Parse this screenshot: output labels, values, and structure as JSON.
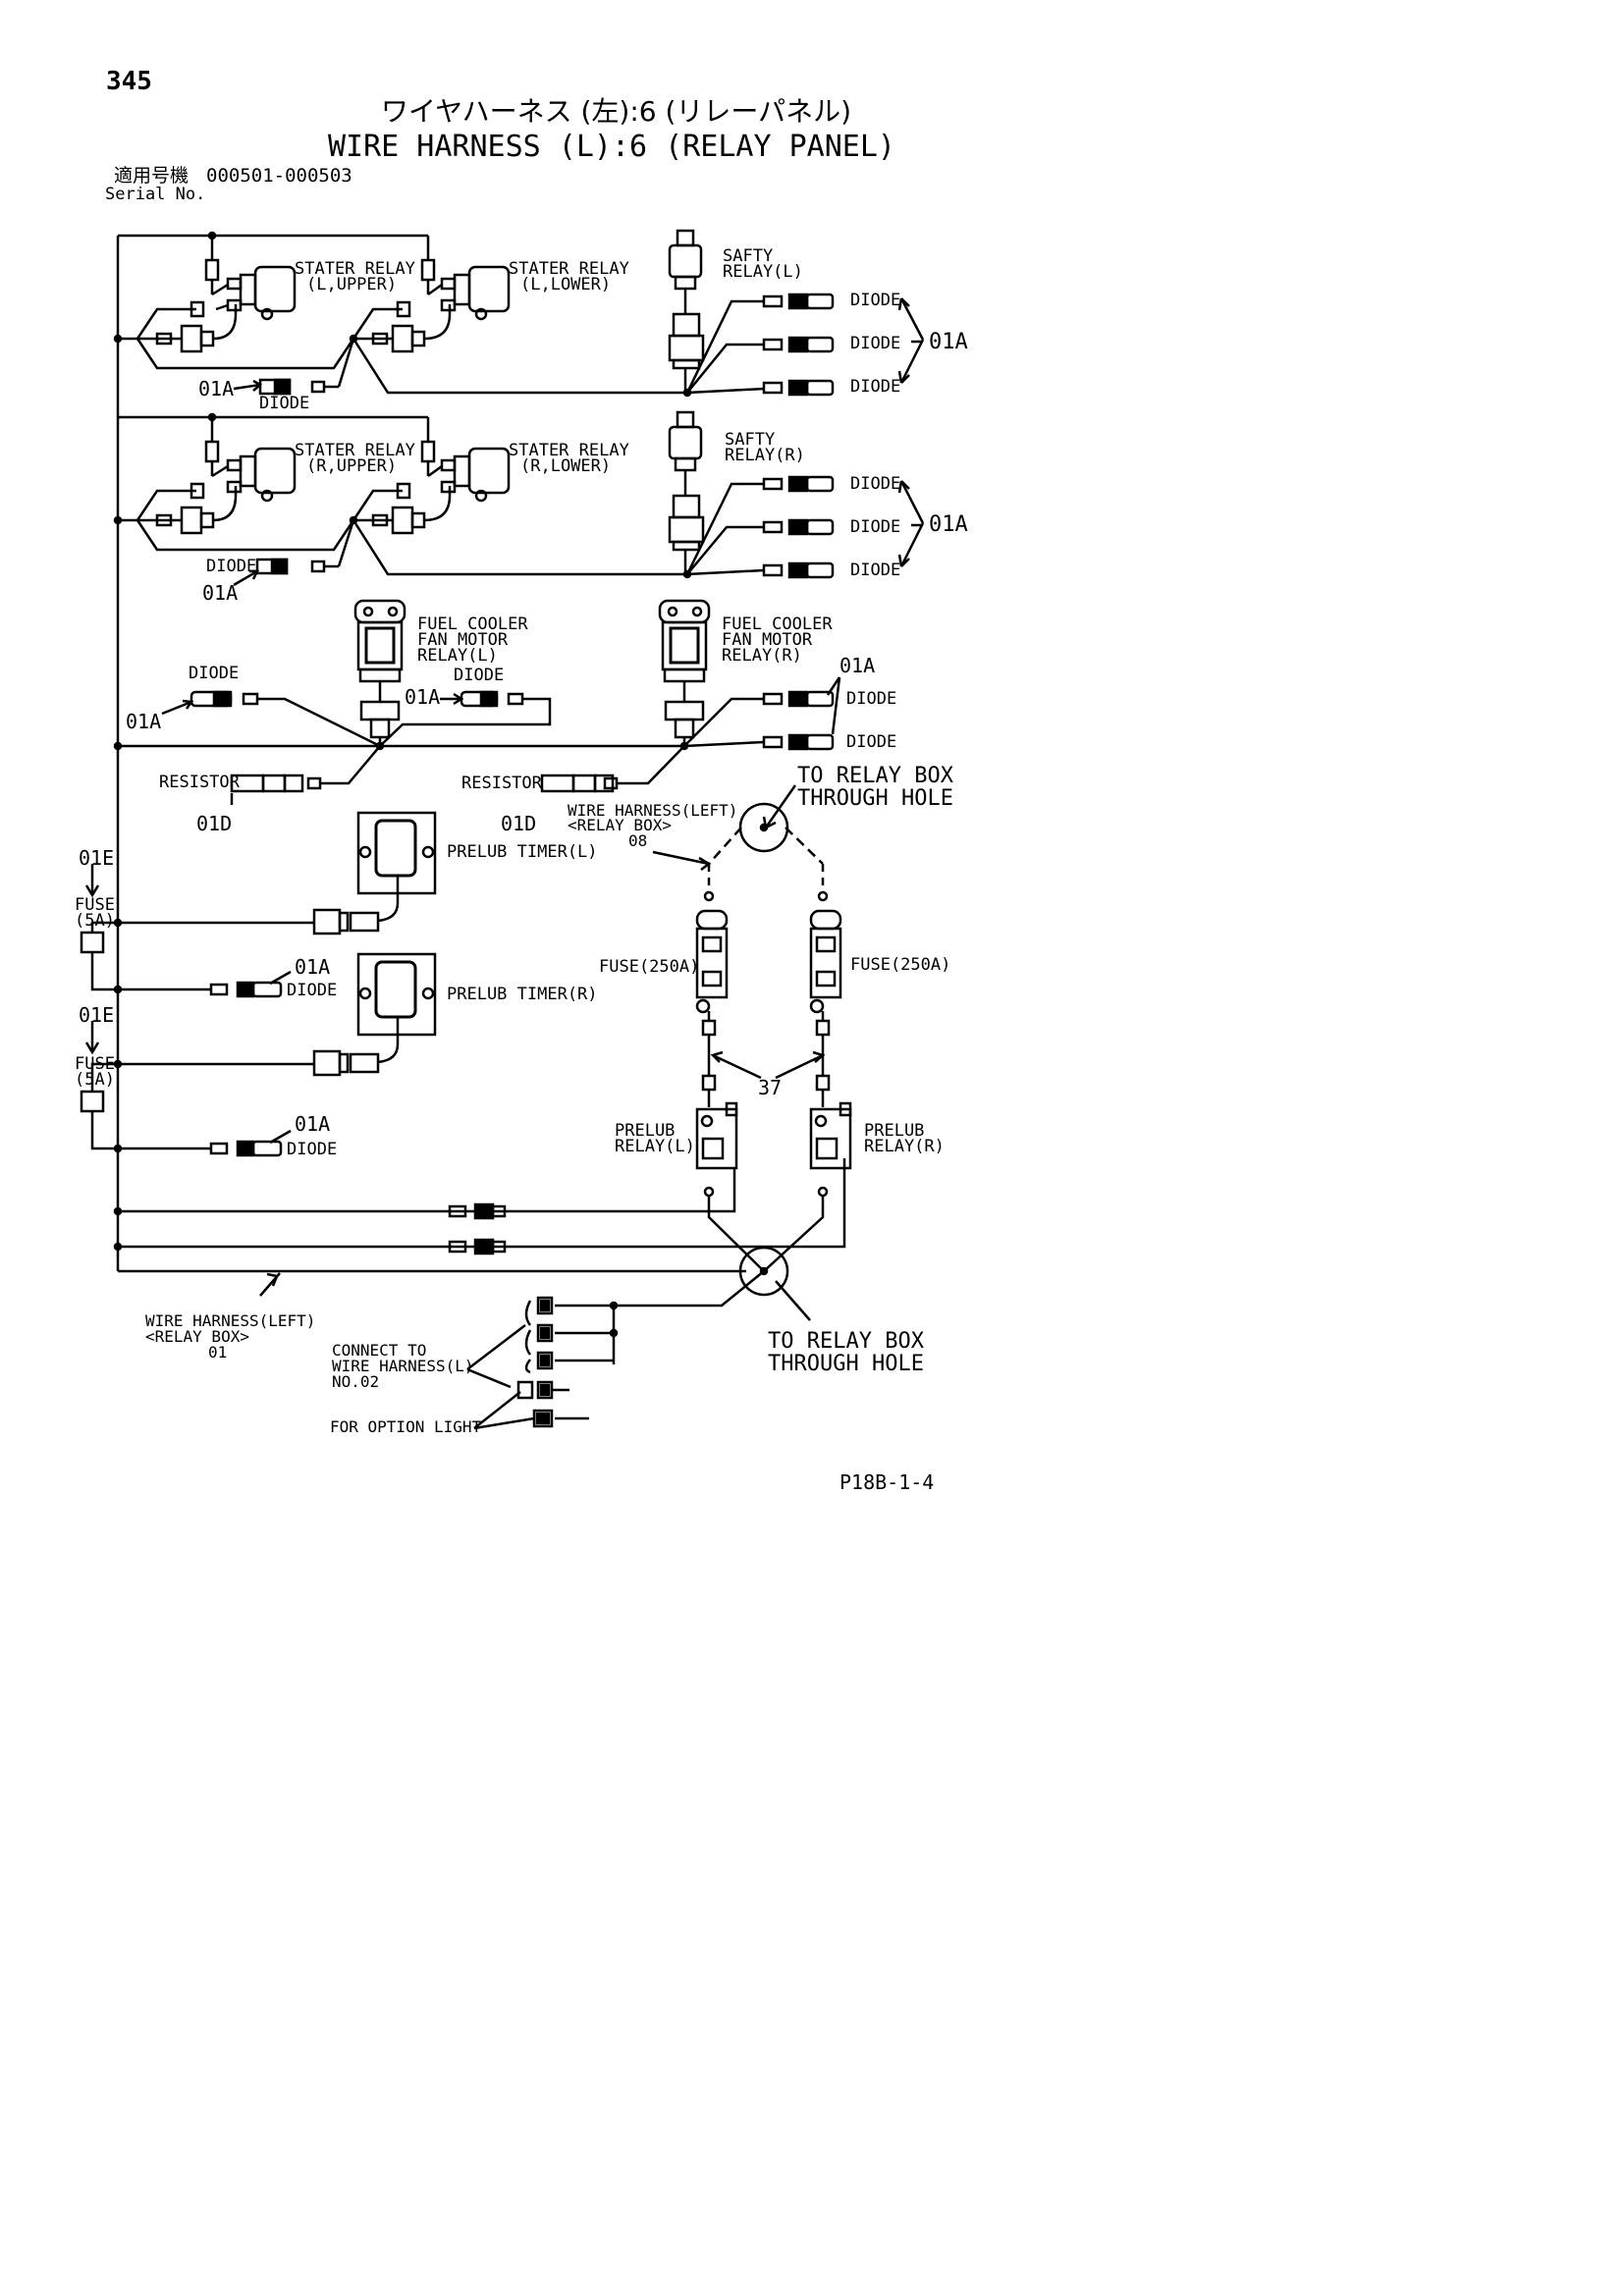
{
  "page_number": "345",
  "title_jp": "ワイヤハーネス (左):6 (リレーパネル)",
  "title_en": "WIRE HARNESS (L):6 (RELAY PANEL)",
  "serial_jp": "適用号機",
  "serial_range": "000501-000503",
  "serial_en": "Serial No.",
  "footer_code": "P18B-1-4",
  "labels": {
    "stater_relay": "STATER RELAY",
    "l_upper": "(L,UPPER)",
    "l_lower": "(L,LOWER)",
    "r_upper": "(R,UPPER)",
    "r_lower": "(R,LOWER)",
    "safty_relay": "SAFTY",
    "relay_l": "RELAY(L)",
    "relay_r": "RELAY(R)",
    "diode": "DIODE",
    "c01a": "01A",
    "c01d": "01D",
    "c01e": "01E",
    "c08": "08",
    "c37": "37",
    "fuel_cooler": "FUEL COOLER",
    "fan_motor": "FAN MOTOR",
    "resistor": "RESISTOR",
    "to_relay_box": "TO RELAY BOX",
    "through_hole": "THROUGH HOLE",
    "wh_left": "WIRE HARNESS(LEFT)",
    "relay_box": "<RELAY BOX>",
    "c01": "01",
    "prelub_timer_l": "PRELUB TIMER(L)",
    "prelub_timer_r": "PRELUB TIMER(R)",
    "fuse": "FUSE",
    "fuse_5a": "(5A)",
    "fuse_250a": "FUSE(250A)",
    "prelub": "PRELUB",
    "connect_to": "CONNECT TO",
    "wh_l": "WIRE HARNESS(L)",
    "no02": "NO.02",
    "for_option_light": "FOR OPTION LIGHT"
  }
}
